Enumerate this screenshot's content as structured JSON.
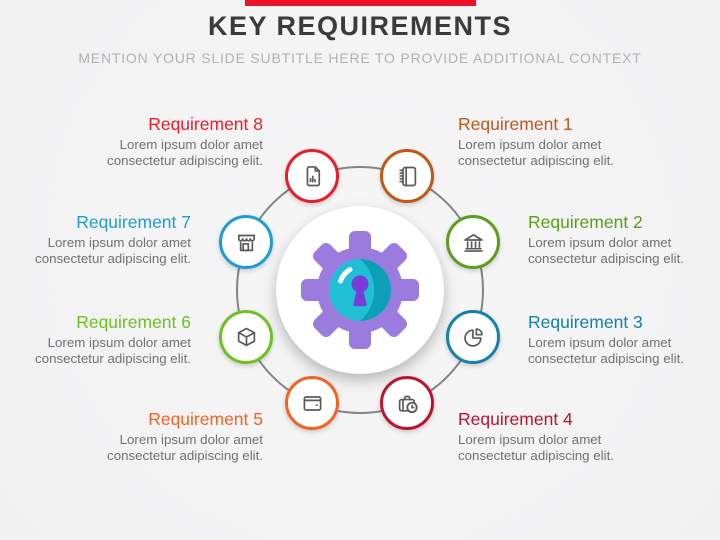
{
  "slide": {
    "background_color": "#F4F4F5",
    "accent_bar_color": "#EC1328",
    "title": "KEY REQUIREMENTS",
    "subtitle": "MENTION YOUR SLIDE SUBTITLE HERE TO PROVIDE ADDITIONAL CONTEXT",
    "title_color": "#3B3B3B",
    "subtitle_color": "#B1B1B3"
  },
  "center_graphic": {
    "gear_color": "#9B7CDE",
    "ball_color": "#1FC0D6",
    "ball_shade_color": "#0E9FB8",
    "keyhole_color": "#7B3BD8",
    "connector_ring_color": "#848484"
  },
  "requirements": [
    {
      "label": "Requirement 1",
      "color": "#C2571A",
      "icon": "notebook-icon",
      "body_lines": [
        "Lorem ipsum dolor amet",
        "consectetur adipiscing elit."
      ]
    },
    {
      "label": "Requirement 2",
      "color": "#5C9E19",
      "icon": "bank-icon",
      "body_lines": [
        "Lorem ipsum dolor amet",
        "consectetur adipiscing elit."
      ]
    },
    {
      "label": "Requirement 3",
      "color": "#1481A7",
      "icon": "pie-chart-icon",
      "body_lines": [
        "Lorem ipsum dolor amet",
        "consectetur adipiscing elit."
      ]
    },
    {
      "label": "Requirement 4",
      "color": "#BE1230",
      "icon": "briefcase-clock-icon",
      "body_lines": [
        "Lorem ipsum dolor amet",
        "consectetur adipiscing elit."
      ]
    },
    {
      "label": "Requirement 5",
      "color": "#F26422",
      "icon": "wallet-icon",
      "body_lines": [
        "Lorem ipsum dolor amet",
        "consectetur adipiscing elit."
      ]
    },
    {
      "label": "Requirement 6",
      "color": "#6CC222",
      "icon": "cube-icon",
      "body_lines": [
        "Lorem ipsum dolor amet",
        "consectetur adipiscing elit."
      ]
    },
    {
      "label": "Requirement 7",
      "color": "#1E9CD7",
      "icon": "storefront-icon",
      "body_lines": [
        "Lorem ipsum dolor amet",
        "consectetur adipiscing elit."
      ]
    },
    {
      "label": "Requirement 8",
      "color": "#EC1B2C",
      "icon": "document-chart-icon",
      "body_lines": [
        "Lorem ipsum dolor amet",
        "consectetur adipiscing elit."
      ]
    }
  ]
}
